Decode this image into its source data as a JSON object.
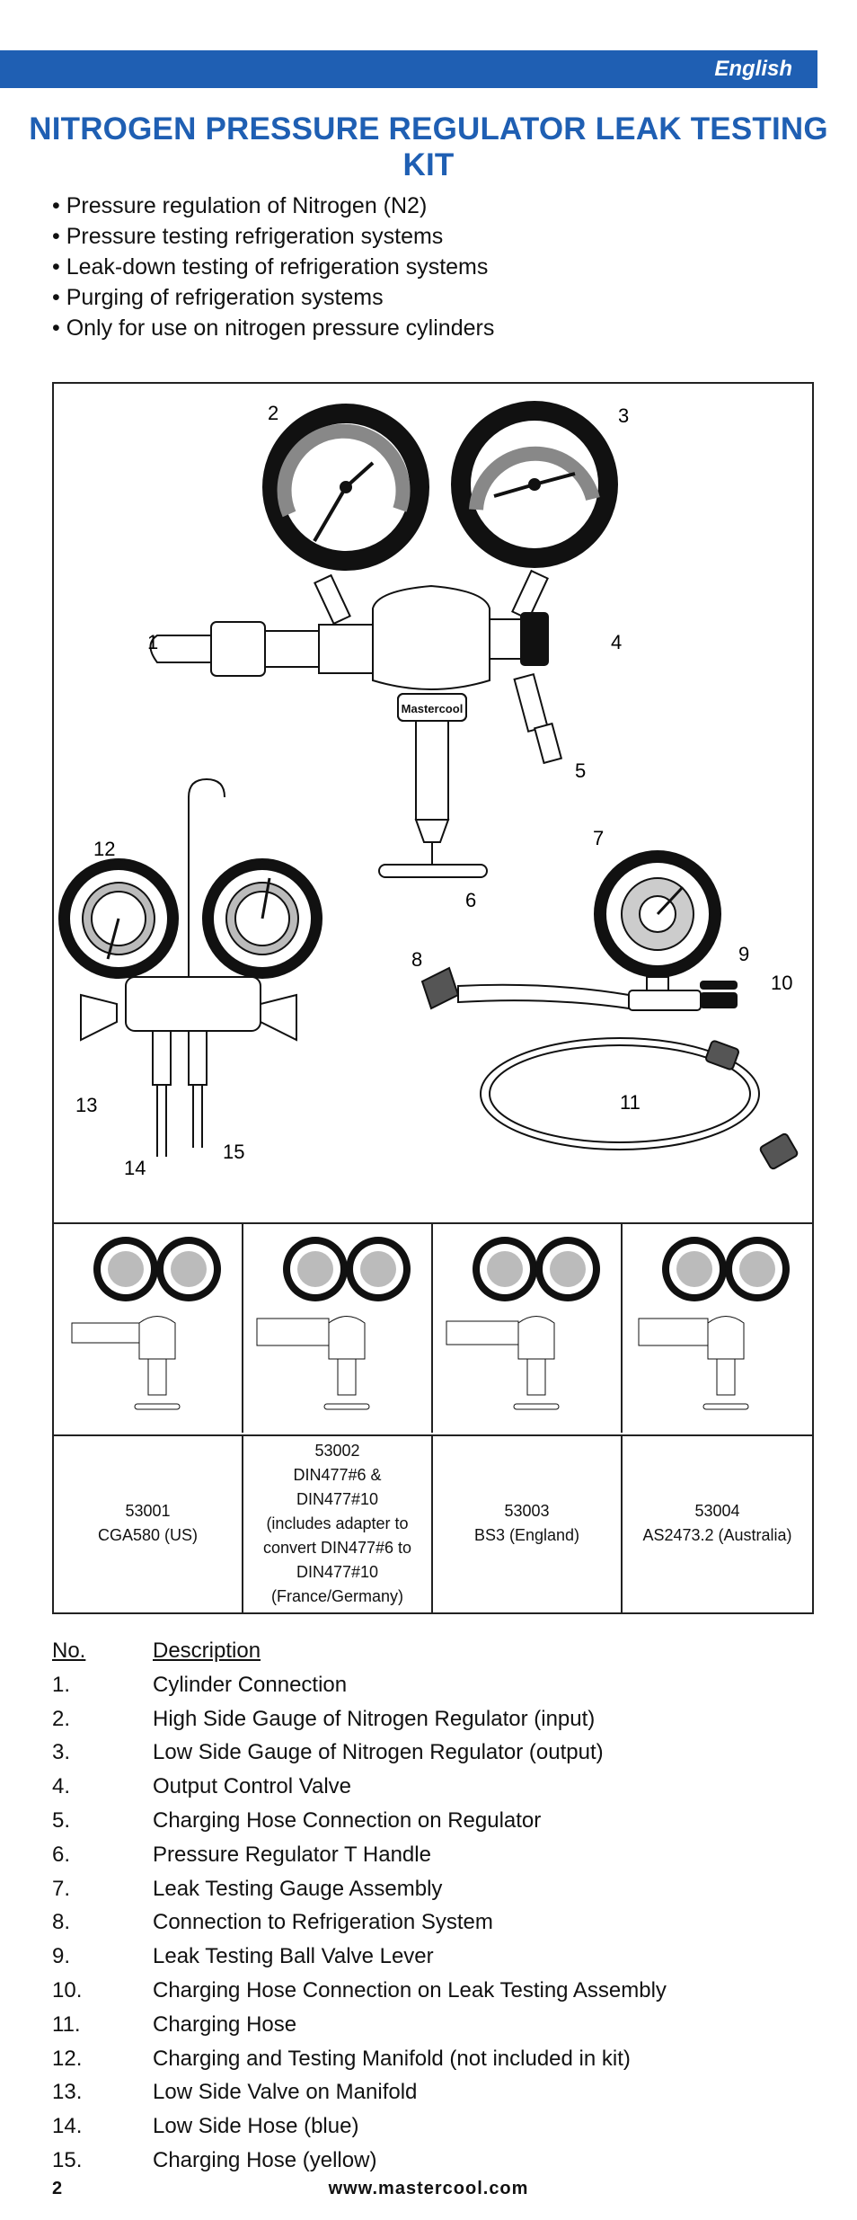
{
  "header": {
    "language": "English"
  },
  "title": "NITROGEN PRESSURE REGULATOR LEAK TESTING KIT",
  "bullets": [
    "Pressure regulation of Nitrogen (N2)",
    "Pressure testing refrigeration systems",
    "Leak-down testing of refrigeration systems",
    "Purging of refrigeration systems",
    "Only for use on nitrogen pressure cylinders"
  ],
  "figure": {
    "brand_logo": "Mastercool",
    "callouts": [
      "1",
      "2",
      "3",
      "4",
      "5",
      "6",
      "7",
      "8",
      "9",
      "10",
      "11",
      "12",
      "13",
      "14",
      "15"
    ]
  },
  "variants": [
    {
      "lines": [
        "53001",
        "CGA580 (US)"
      ]
    },
    {
      "lines": [
        "53002",
        "DIN477#6 &",
        "DIN477#10",
        "(includes adapter to",
        "convert DIN477#6 to",
        "DIN477#10",
        "(France/Germany)"
      ]
    },
    {
      "lines": [
        "53003",
        "BS3 (England)"
      ]
    },
    {
      "lines": [
        "53004",
        "AS2473.2 (Australia)"
      ]
    }
  ],
  "parts_header": {
    "no": "No.",
    "description": "Description"
  },
  "parts": [
    {
      "no": "1.",
      "description": "Cylinder Connection"
    },
    {
      "no": "2.",
      "description": "High Side Gauge of Nitrogen Regulator (input)"
    },
    {
      "no": "3.",
      "description": "Low Side Gauge of Nitrogen Regulator (output)"
    },
    {
      "no": "4.",
      "description": "Output Control Valve"
    },
    {
      "no": "5.",
      "description": "Charging Hose Connection on Regulator"
    },
    {
      "no": "6.",
      "description": "Pressure Regulator T Handle"
    },
    {
      "no": "7.",
      "description": "Leak Testing Gauge Assembly"
    },
    {
      "no": "8.",
      "description": "Connection to Refrigeration System"
    },
    {
      "no": "9.",
      "description": "Leak Testing Ball Valve Lever"
    },
    {
      "no": "10.",
      "description": "Charging Hose Connection on Leak Testing Assembly"
    },
    {
      "no": "11.",
      "description": "Charging Hose"
    },
    {
      "no": "12.",
      "description": "Charging and Testing Manifold (not included in kit)"
    },
    {
      "no": "13.",
      "description": "Low Side Valve on Manifold"
    },
    {
      "no": "14.",
      "description": "Low Side Hose (blue)"
    },
    {
      "no": "15.",
      "description": "Charging Hose (yellow)"
    }
  ],
  "footer": {
    "page": "2",
    "url": "www.mastercool.com"
  }
}
